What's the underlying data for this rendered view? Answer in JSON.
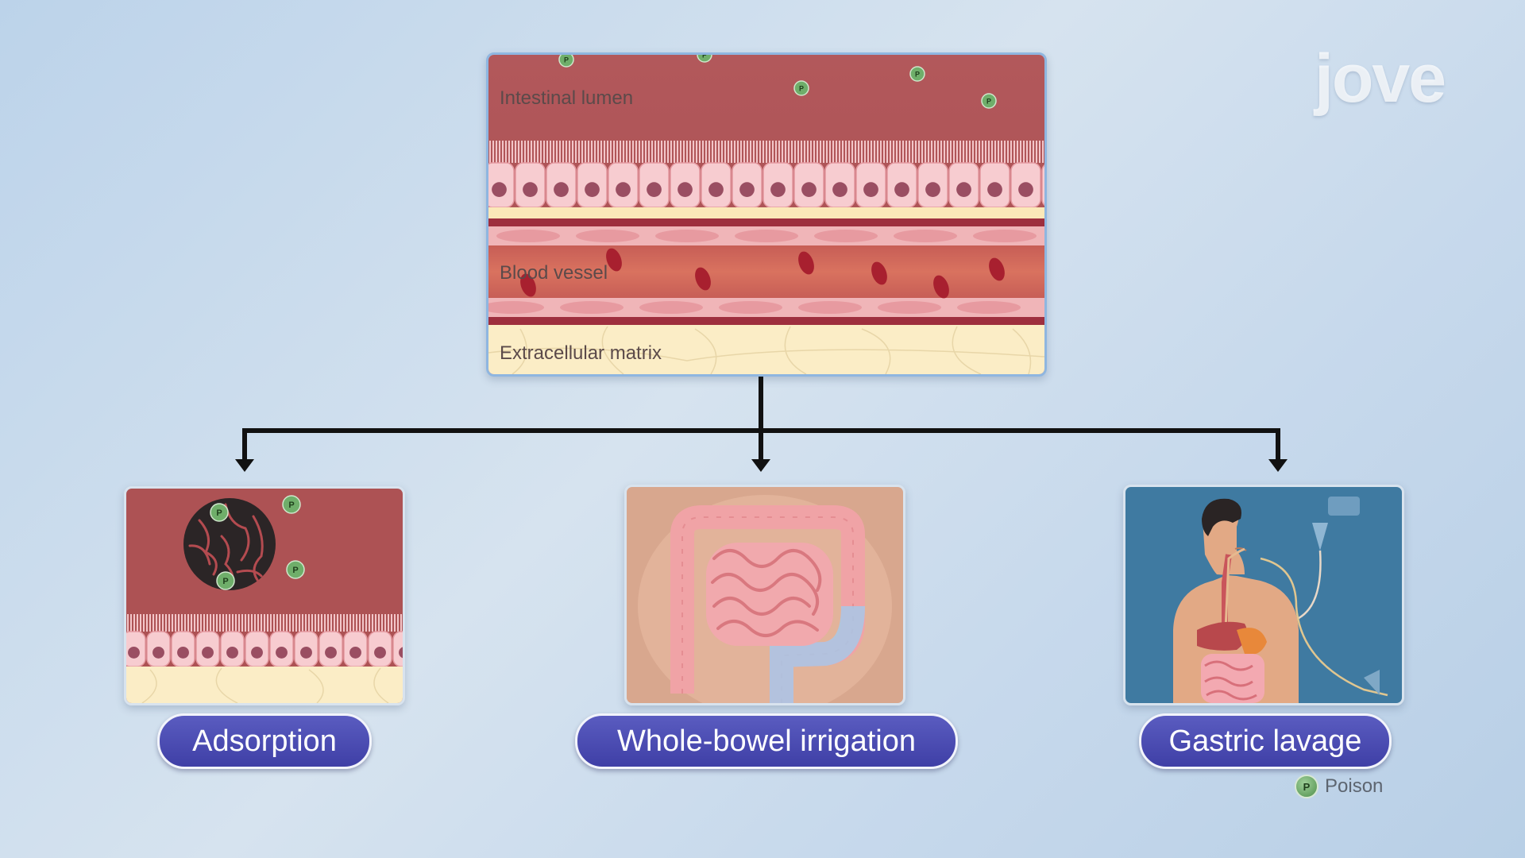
{
  "top_panel": {
    "labels": {
      "lumen": "Intestinal lumen",
      "vessel": "Blood vessel",
      "matrix": "Extracellular matrix"
    }
  },
  "treatments": [
    {
      "label": "Adsorption"
    },
    {
      "label": "Whole-bowel irrigation"
    },
    {
      "label": "Gastric lavage"
    }
  ],
  "legend": {
    "symbol": "P",
    "label": "Poison"
  },
  "brand": {
    "logo": "jove"
  },
  "colors": {
    "lumen": "#b55a5c",
    "epithelium": "#f5c9cc",
    "matrix": "#fbecc4",
    "pill": "#4646ae",
    "poison": "#6fae6a",
    "connector": "#111111"
  }
}
